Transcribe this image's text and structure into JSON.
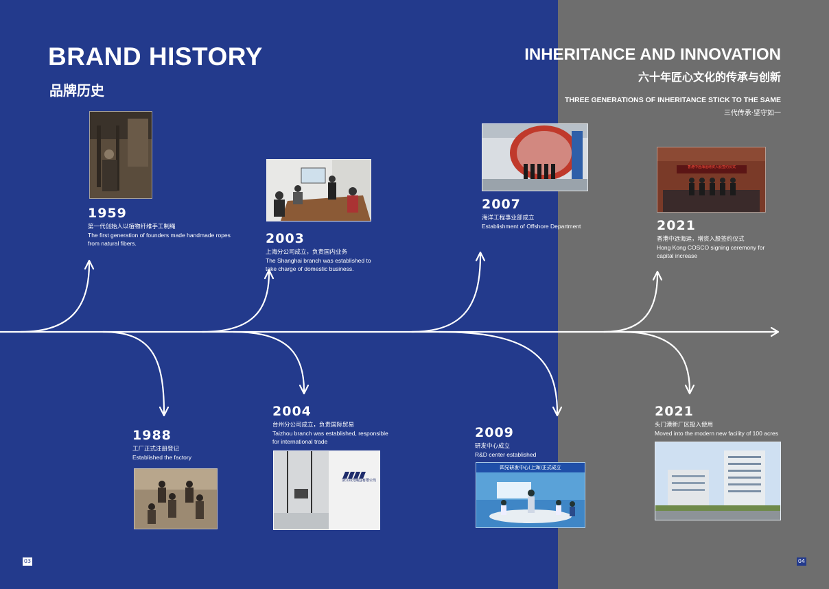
{
  "header_left": {
    "title": "BRAND HISTORY",
    "subtitle_cn": "品牌历史"
  },
  "header_right": {
    "title": "INHERITANCE AND INNOVATION",
    "subtitle_cn": "六十年匠心文化的传承与创新",
    "tagline_en": "THREE GENERATIONS OF INHERITANCE STICK TO THE SAME",
    "tagline_cn": "三代传承·坚守如一"
  },
  "events": [
    {
      "id": "1959",
      "year": "1959",
      "cn": "第一代创始人以植物纤维手工制绳",
      "en": "The first generation of founders made handmade ropes from natural fibers."
    },
    {
      "id": "1988",
      "year": "1988",
      "cn": "工厂正式注册登记",
      "en": "Established the factory"
    },
    {
      "id": "2003",
      "year": "2003",
      "cn": "上海分公司成立，负责国内业务",
      "en": "The Shanghai branch was established to take charge of domestic business."
    },
    {
      "id": "2004",
      "year": "2004",
      "cn": "台州分公司成立，负责国际贸易",
      "en": "Taizhou branch was established, responsible for international trade"
    },
    {
      "id": "2007",
      "year": "2007",
      "cn": "海洋工程事业部成立",
      "en": "Establishment of Offshore Department"
    },
    {
      "id": "2009",
      "year": "2009",
      "cn": "研发中心成立",
      "en": "R&D center established"
    },
    {
      "id": "2021a",
      "year": "2021",
      "cn": "香港中远海运，增资入股签约仪式",
      "en": "Hong Kong COSCO signing ceremony for capital increase"
    },
    {
      "id": "2021b",
      "year": "2021",
      "cn": "头门港新厂区投入使用",
      "en": "Moved into the modern new facility of 100 acres"
    }
  ],
  "photo_text": {
    "rd_banner": "四兄研发中心(上海)正式成立",
    "ceremony_led": "香港中远海运增资入股签约仪式",
    "office_logo": "浙江四兄绳业有限公司"
  },
  "page_numbers": {
    "left": "03",
    "right": "04"
  },
  "colors": {
    "left_bg": "#233a8c",
    "right_bg": "#6e6e6e",
    "text": "#ffffff"
  }
}
